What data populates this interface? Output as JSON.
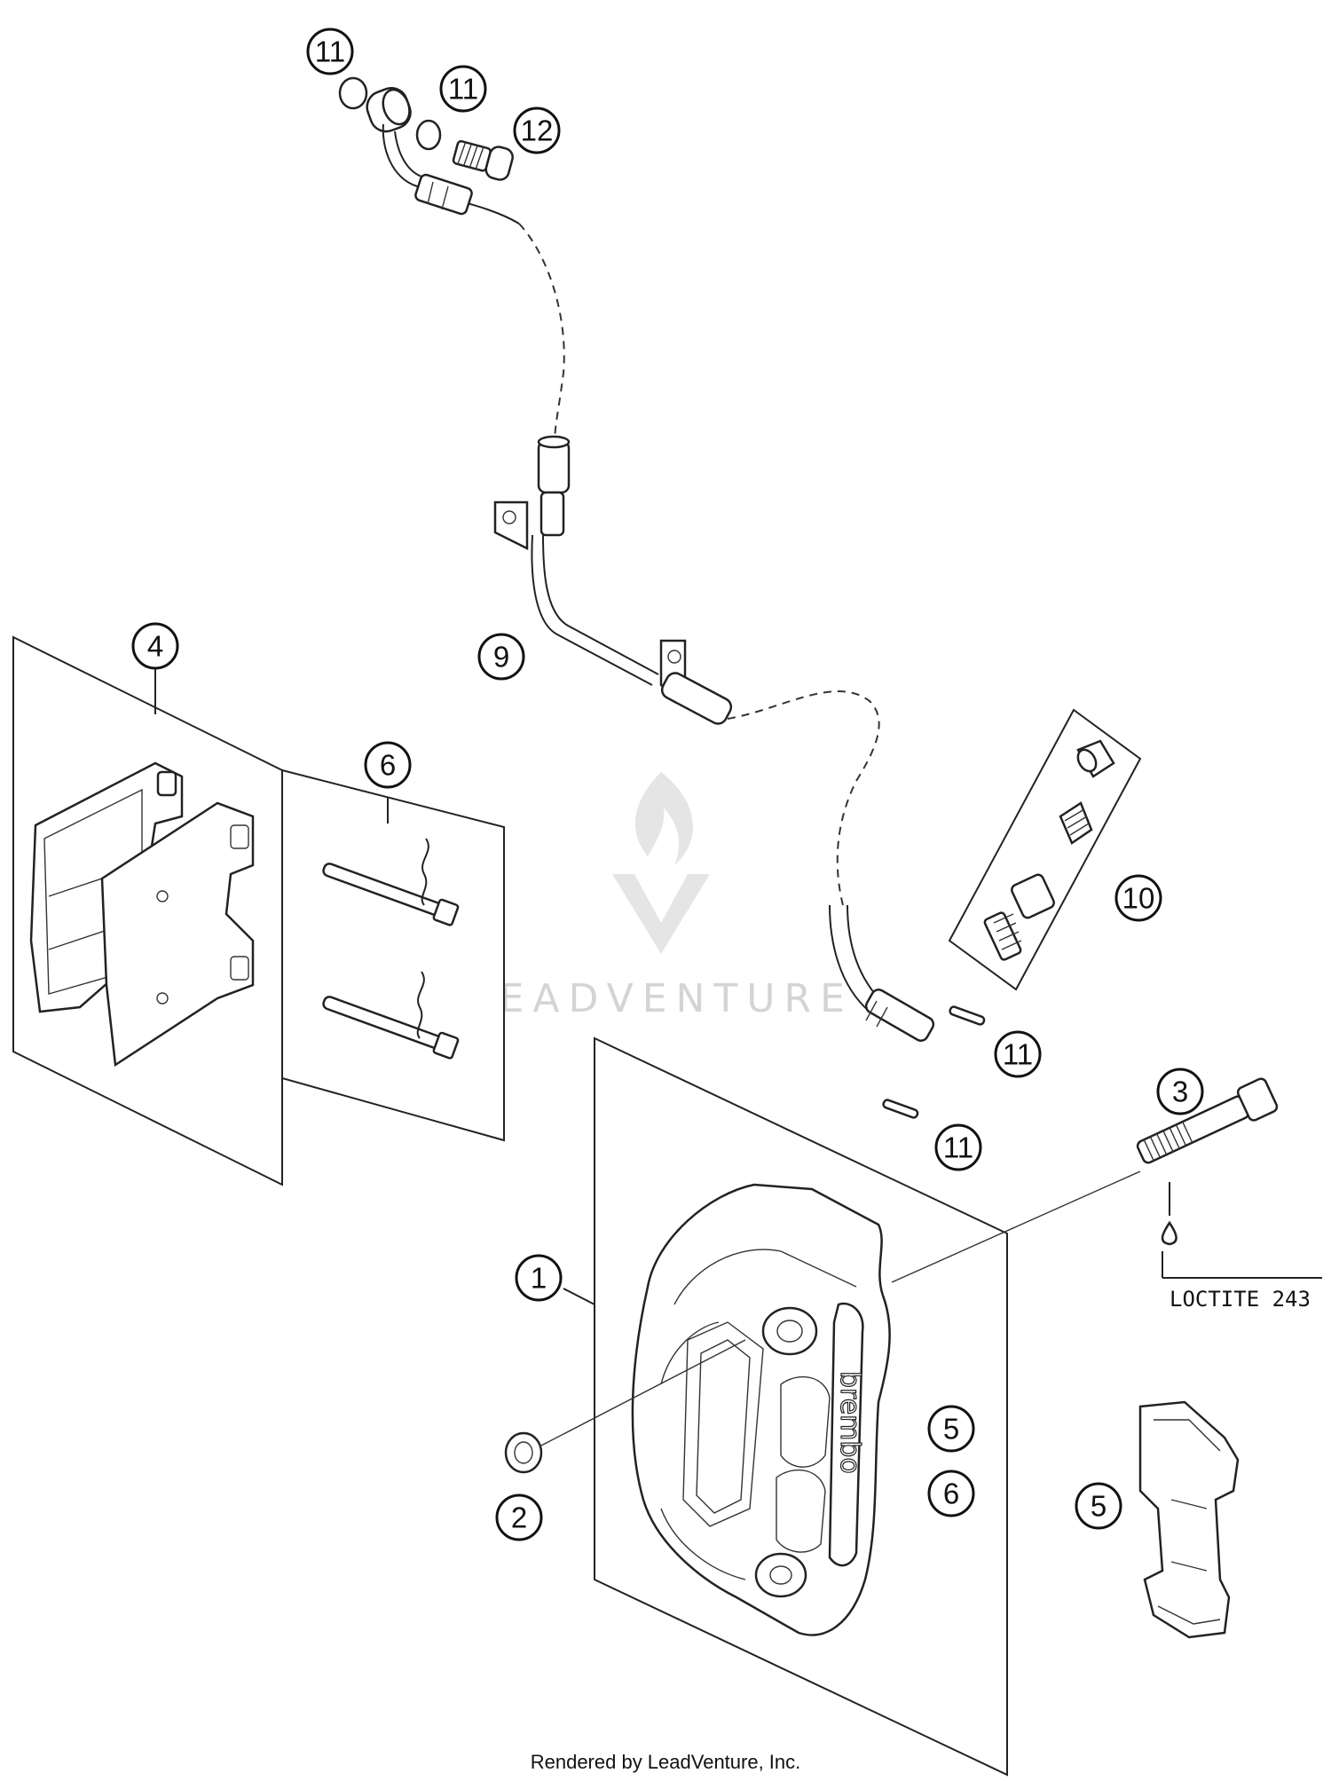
{
  "callouts": {
    "c11a": "11",
    "c11b": "11",
    "c12": "12",
    "c4": "4",
    "c6a": "6",
    "c9": "9",
    "c10": "10",
    "c11c": "11",
    "c11d": "11",
    "c3": "3",
    "c1": "1",
    "c5a": "5",
    "c6b": "6",
    "c2": "2",
    "c5b": "5"
  },
  "note": "LOCTITE 243",
  "caliper_brand": "brembo",
  "watermark": "LEADVENTURE",
  "footer": "Rendered by LeadVenture, Inc."
}
